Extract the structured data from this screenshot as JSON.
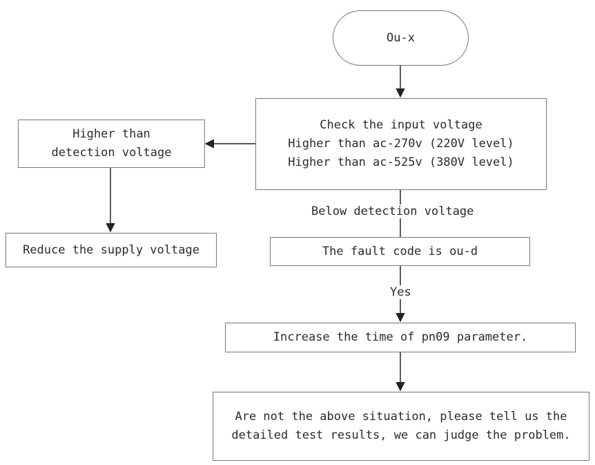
{
  "start": {
    "label": "Ou-x"
  },
  "check": {
    "lines": [
      "Check the input voltage",
      "Higher than ac-270v (220V level)",
      "Higher than ac-525v (380V level)"
    ]
  },
  "higher": {
    "lines": [
      "Higher than",
      "detection voltage"
    ]
  },
  "reduce": {
    "label": "Reduce the supply voltage"
  },
  "below_label": "Below detection voltage",
  "fault": {
    "label": "The fault code is ou-d"
  },
  "yes_label": "Yes",
  "increase": {
    "label": "Increase the time of pn09 parameter."
  },
  "other": {
    "lines": [
      "Are not the above situation, please tell us the",
      "detailed test results, we can judge the problem."
    ]
  },
  "colors": {
    "line": "#222222",
    "border": "#777777",
    "text": "#2a2a2a"
  }
}
